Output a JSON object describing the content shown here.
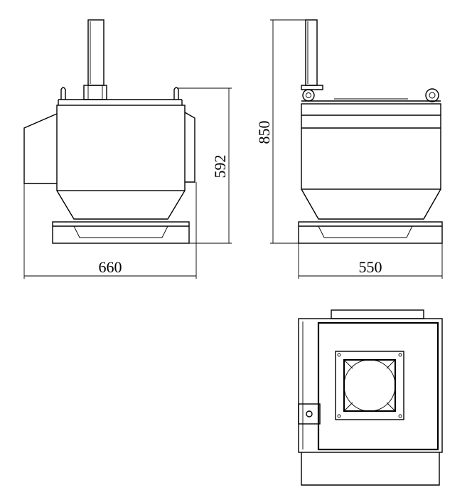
{
  "drawing": {
    "dimensions": {
      "front_width": "660",
      "front_height": "592",
      "side_width": "550",
      "side_height": "850"
    },
    "colors": {
      "line": "#000000",
      "background": "#ffffff"
    }
  }
}
